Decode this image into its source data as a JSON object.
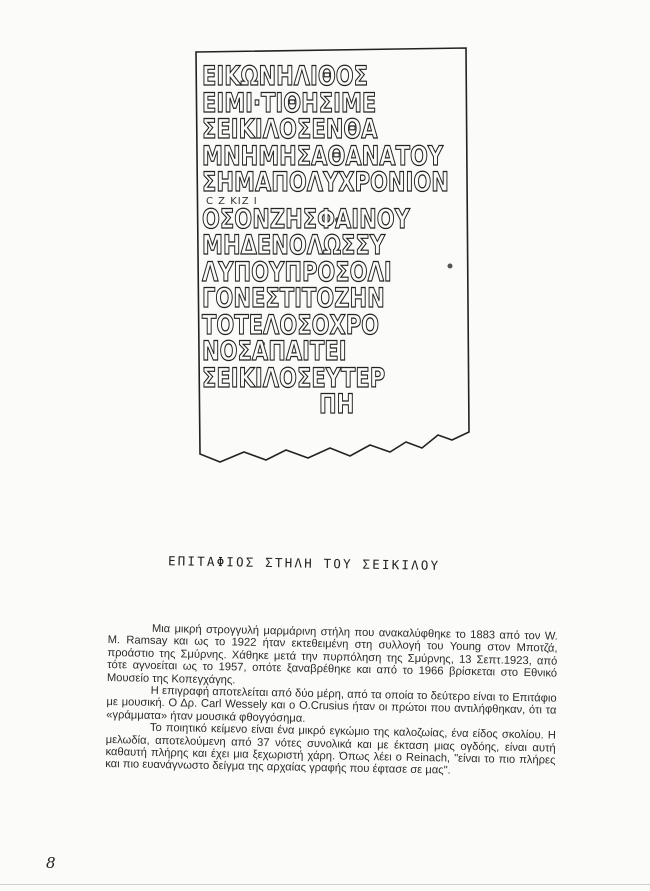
{
  "inscription": {
    "lines": [
      "ΕΙΚΩΝΗΛΙΘΟΣ",
      "ΕΙΜΙ·ΤΙΘΗΣΙΜΕ",
      "ΣΕΙΚΙΛΟΣΕΝΘΑ",
      "ΜΝΗΜΗΣΑΘΑΝΑΤΟΥ",
      "ΣΗΜΑΠΟΛΥΧΡΟΝΙΟΝ",
      "ΟΣΟΝΖΗΣΦΑΙΝΟΥ",
      "ΜΗΔΕΝΟΛΩΣΣΥ",
      "ΛΥΠΟΥΠΡΟΣΟΛΙ",
      "ΓΟΝΕΣΤΙΤΟΖΗΝ",
      "ΤΟΤΕΛΟΣΟΧΡΟ",
      "ΝΟΣΑΠΑΙΤΕΙ",
      "ΣΕΙΚΙΛΟΣΕΥΤΕΡ",
      "ΠΗ"
    ],
    "notes_row": "C   Z   KIZ   I"
  },
  "caption": "ΕΠΙΤΑΦΙΟΣ ΣΤΗΛΗ ΤΟΥ ΣΕΙΚΙΛΟΥ",
  "paragraphs": [
    "Μια μικρή στρογγυλή μαρμάρινη στήλη που ανακαλύφθηκε το 1883 από τον W. M. Ramsay και ως το 1922 ήταν εκτεθειμένη στη συλλογή του Young στον Μποτζά, προάστιο της Σμύρνης. Χάθηκε μετά την πυρπόληση της Σμύρνης, 13 Σεπτ.1923, από τότε αγνοείται ως το 1957, οπότε ξαναβρέθηκε και από το 1966 βρίσκεται στο Εθνικό Μουσείο της Κοπεγχάγης.",
    "Η επιγραφή αποτελείται από δύο μέρη, από τα οποία το δεύτερο είναι το Επιτάφιο με μουσική. Ο Δρ. Carl Wessely και ο O.Crusius ήταν οι πρώτοι που αντιλήφθηκαν, ότι τα «γράμματα» ήταν μουσικά φθογγόσημα.",
    "Το ποιητικό κείμενο είναι ένα μικρό εγκώμιο της καλοζωίας, ένα είδος σκολίου. Η μελωδία, αποτελούμενη από 37 νότες συνολικά και με έκταση μιας ογδόης, είναι αυτή καθαυτή πλήρης και έχει μια ξεχωριστή χάρη. Όπως λέει ο Reinach, \"είναι το πιο πλήρες και πιο ευανάγνωστο δείγμα της αρχαίας γραφής που έφτασε σε μας\"."
  ],
  "page_number": "8"
}
